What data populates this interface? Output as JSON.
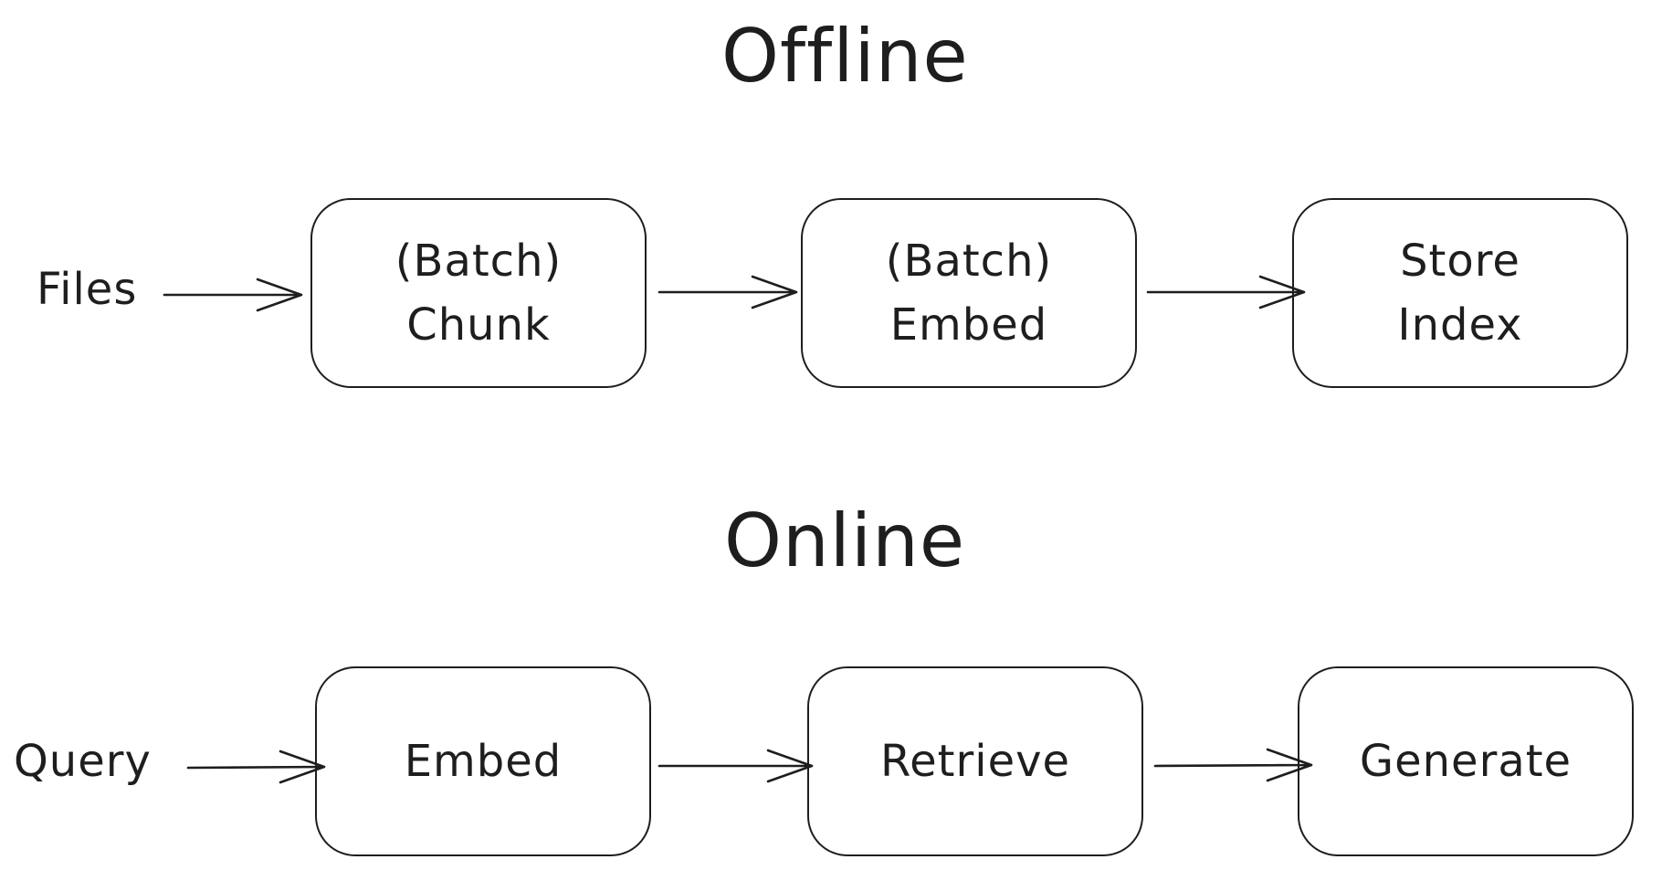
{
  "offline": {
    "heading": "Offline",
    "input_label": "Files",
    "steps": [
      {
        "line1": "(Batch)",
        "line2": "Chunk"
      },
      {
        "line1": "(Batch)",
        "line2": "Embed"
      },
      {
        "line1": "Store",
        "line2": "Index"
      }
    ]
  },
  "online": {
    "heading": "Online",
    "input_label": "Query",
    "steps": [
      {
        "line1": "Embed"
      },
      {
        "line1": "Retrieve"
      },
      {
        "line1": "Generate"
      }
    ]
  },
  "colors": {
    "stroke": "#1e1e1e",
    "background": "#ffffff"
  }
}
